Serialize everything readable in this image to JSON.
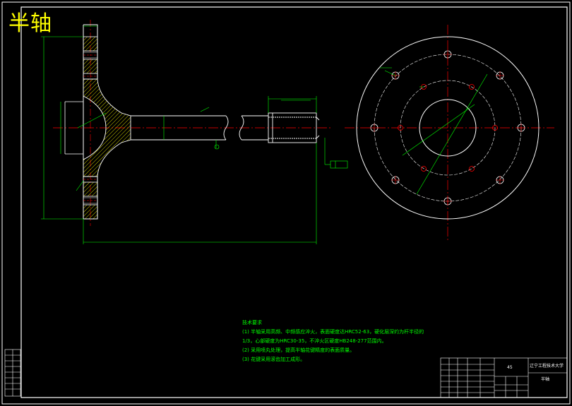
{
  "title": "半轴",
  "technical_requirements": {
    "heading": "技术要求",
    "lines": [
      "(1) 半轴采用高频、中频感应淬火，表面硬度达HRC52-63，硬化层深约为杆半径的",
      "1/3，心部硬度为HRC30-35，不淬火区硬度HB248-277范围内。",
      "(2) 采用喷丸处理，提高半轴花键精度的表面质量。",
      "(3) 花键采用滚齿加工成形。"
    ]
  },
  "title_block": {
    "school": "辽宁工程技术大学",
    "part_name": "半轴",
    "material": "45"
  },
  "colors": {
    "background": "#000000",
    "outline": "#ffffff",
    "centerline": "#ff0000",
    "dimension": "#00ff00",
    "hatch": "#ffff00",
    "title": "#ffff00"
  }
}
